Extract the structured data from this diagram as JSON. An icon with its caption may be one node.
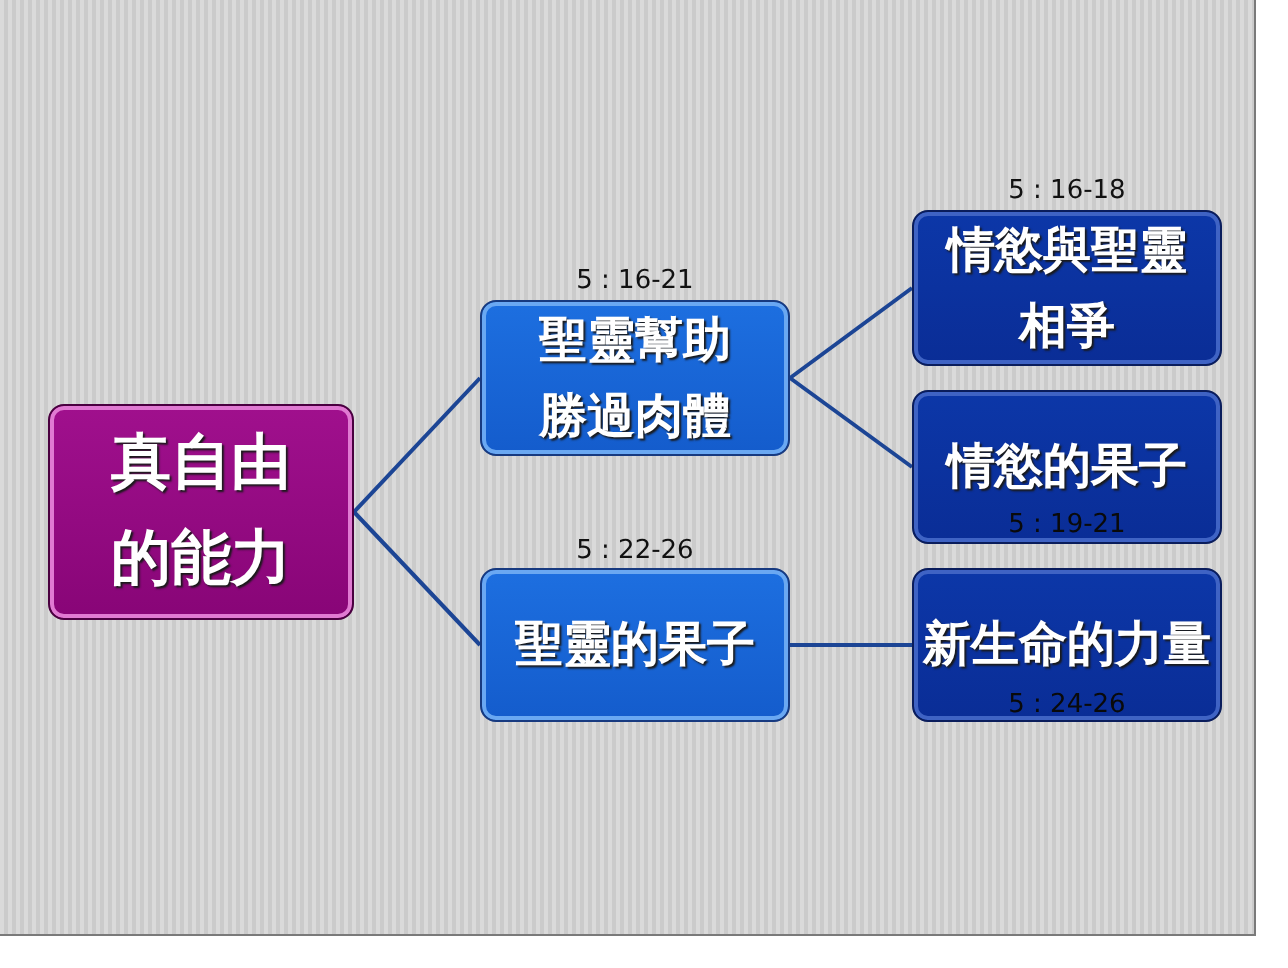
{
  "diagram": {
    "nodes": [
      {
        "text": [
          "真自由的能力"
        ]
      },
      {
        "text": [
          "聖靈幫助勝過肉體"
        ],
        "beside": [
          "5 : 16-21"
        ]
      },
      {
        "text": [
          "聖靈的果子"
        ],
        "beside": [
          "5 : 22-26"
        ]
      },
      {
        "text": [
          "情慾與聖靈相爭"
        ],
        "beside": [
          "5 : 16-18"
        ]
      },
      {
        "text": [
          "情慾的果子",
          "5 : 19-21"
        ]
      },
      {
        "text": [
          "新生命的力量",
          "5 : 24-26"
        ]
      }
    ],
    "edges": [
      {
        "from": 0,
        "to": 1,
        "arrow": "none"
      },
      {
        "from": 0,
        "to": 2,
        "arrow": "none"
      },
      {
        "from": 1,
        "to": 3,
        "arrow": "none"
      },
      {
        "from": 1,
        "to": 4,
        "arrow": "none"
      },
      {
        "from": 2,
        "to": 5,
        "arrow": "none"
      }
    ]
  }
}
